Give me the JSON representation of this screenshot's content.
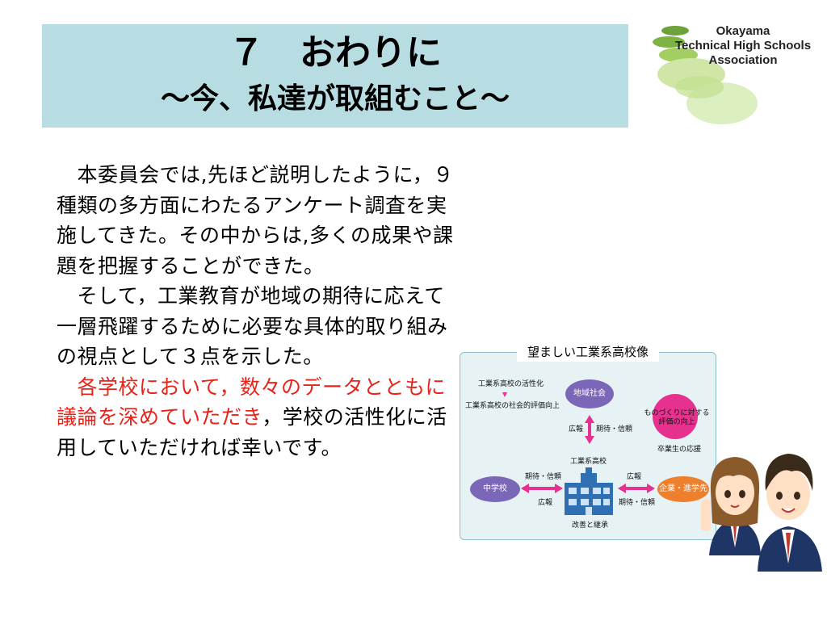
{
  "title": {
    "line1": "７　おわりに",
    "line2": "～今、私達が取組むこと～"
  },
  "logo": {
    "line1": "Okayama",
    "line2": "Technical High Schools",
    "line3": "Association"
  },
  "body": {
    "para1": "本委員会では,先ほど説明したように，９種類の多方面にわたるアンケート調査を実施してきた。その中からは,多くの成果や課題を把握することができた。",
    "para2": "そして，工業教育が地域の期待に応えて一層飛躍するために必要な具体的取り組みの視点として３点を示した。",
    "para3_red": "各学校において，数々のデータとともに議論を深めていただき",
    "para3_black": "，学校の活性化に活用していただければ幸いです。"
  },
  "diagram": {
    "title": "望ましい工業系高校像",
    "label_activation": "工業系高校の活性化",
    "label_social": "工業系高校の社会的評価向上",
    "node_region": "地域社会",
    "node_monozukuri": "ものづくりに対する評価の向上",
    "node_middle": "中学校",
    "node_company": "企業・進学先",
    "label_pr_top": "広報",
    "label_expect_top": "期待・信頼",
    "label_graduates": "卒業生の応援",
    "label_school": "工業系高校",
    "label_expect_left": "期待・信頼",
    "label_pr_left": "広報",
    "label_pr_right": "広報",
    "label_expect_right": "期待・信頼",
    "label_improve": "改善と継承"
  },
  "colors": {
    "banner": "#b7dde2",
    "emphasis": "#e8231a",
    "node_region": "#7b67b8",
    "node_middle": "#7b67b8",
    "node_monozukuri": "#e6318f",
    "node_company": "#ee7f2d",
    "arrow": "#e6318f"
  }
}
